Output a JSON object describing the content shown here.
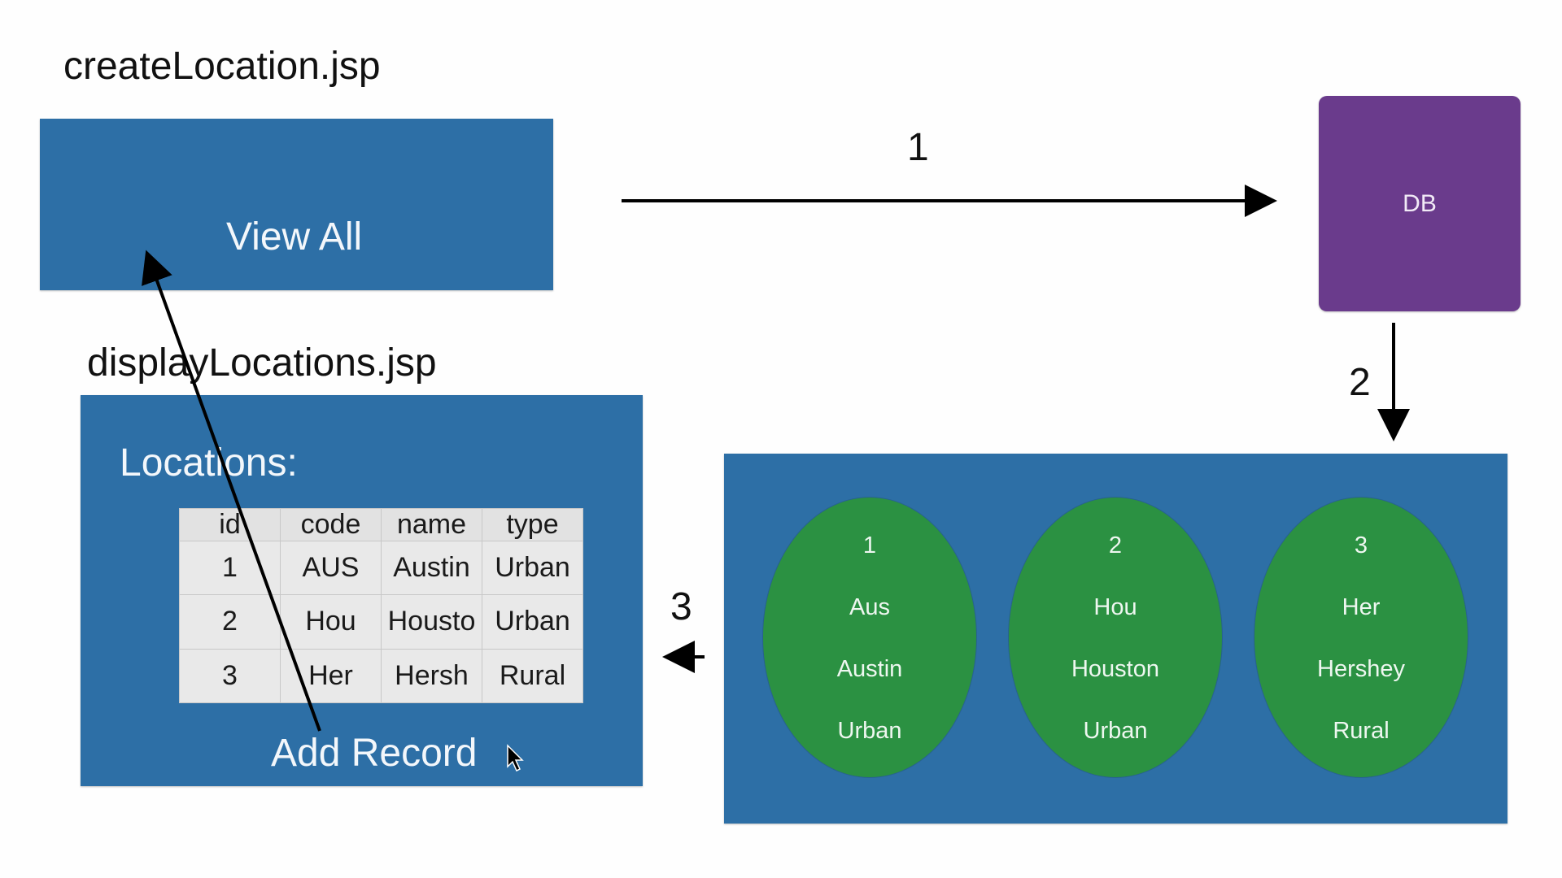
{
  "create_page": {
    "filename": "createLocation.jsp",
    "link_label": "View All"
  },
  "display_page": {
    "filename": "displayLocations.jsp",
    "heading": "Locations:",
    "table": {
      "columns": [
        "id",
        "code",
        "name",
        "type"
      ],
      "rows": [
        [
          "1",
          "AUS",
          "Austin",
          "Urban"
        ],
        [
          "2",
          "Hou",
          "Housto",
          "Urban"
        ],
        [
          "3",
          "Her",
          "Hersh",
          "Rural"
        ]
      ]
    },
    "link_label": "Add Record"
  },
  "db": {
    "label": "DB"
  },
  "records": [
    {
      "id": "1",
      "code": "Aus",
      "name": "Austin",
      "type": "Urban"
    },
    {
      "id": "2",
      "code": "Hou",
      "name": "Houston",
      "type": "Urban"
    },
    {
      "id": "3",
      "code": "Her",
      "name": "Hershey",
      "type": "Rural"
    }
  ],
  "steps": [
    "1",
    "2",
    "3"
  ],
  "colors": {
    "page_panel": "#2d6fa6",
    "db": "#6a3b8c",
    "record": "#2b9142"
  }
}
